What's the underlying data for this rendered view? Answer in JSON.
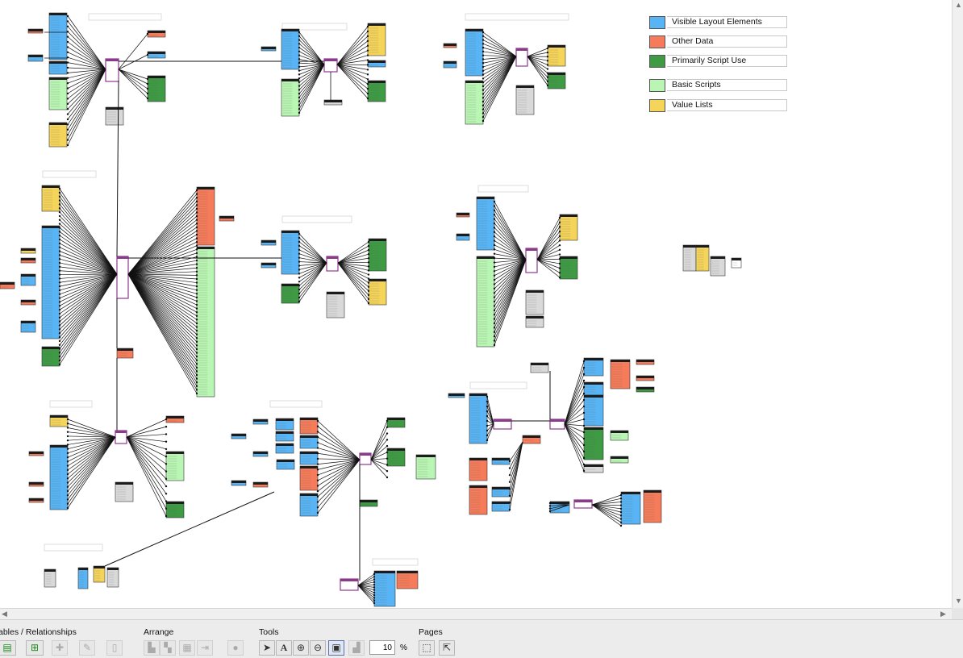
{
  "legend": [
    {
      "label": "Visible Layout Elements",
      "color": "#59b4f5"
    },
    {
      "label": "Other Data",
      "color": "#f57b5b"
    },
    {
      "label": "Primarily Script Use",
      "color": "#3f9a44"
    },
    {
      "label": "Basic Scripts",
      "color": "#b9f5b3"
    },
    {
      "label": "Value Lists",
      "color": "#f5d45a"
    }
  ],
  "toolbar": {
    "groups": {
      "tables": "ables / Relationships",
      "arrange": "Arrange",
      "tools": "Tools",
      "pages": "Pages"
    },
    "zoom_value": "10",
    "zoom_unit": "%"
  },
  "icons": {
    "add_table": "add-table-icon",
    "add_relationship": "add-relationship-icon",
    "duplicate": "duplicate-icon",
    "edit": "edit-pencil-icon",
    "delete": "delete-icon",
    "align_left": "align-left-icon",
    "align_center": "align-center-icon",
    "distribute": "distribute-icon",
    "resize": "resize-icon",
    "color": "color-circle-icon",
    "pointer": "pointer-icon",
    "text": "text-tool-icon",
    "zoom_in": "zoom-in-icon",
    "zoom_out": "zoom-out-icon",
    "zoom_fit": "zoom-fit-icon",
    "collapse": "collapse-tables-icon",
    "page_setup": "page-setup-icon",
    "page_break": "page-break-icon"
  },
  "colors": {
    "blue": "#59b4f5",
    "red": "#f57b5b",
    "green": "#3f9a44",
    "light_green": "#b9f5b3",
    "yellow": "#f5d45a",
    "gray": "#d9d9d9",
    "header": "#1c1c1c",
    "hub": "#8b3a8b"
  }
}
